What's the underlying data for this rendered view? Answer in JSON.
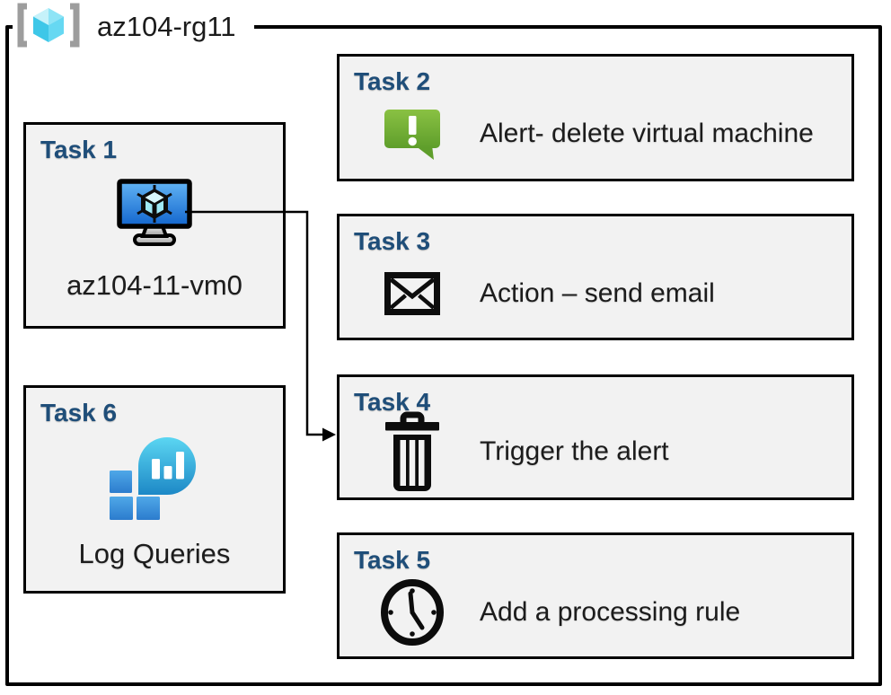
{
  "diagram": {
    "resource_group": {
      "name": "az104-rg11",
      "icon": "resource-group-icon"
    },
    "tasks": {
      "task1": {
        "title": "Task 1",
        "label": "az104-11-vm0",
        "icon": "virtual-machine-icon"
      },
      "task2": {
        "title": "Task 2",
        "label": "Alert- delete virtual machine",
        "icon": "alert-message-icon"
      },
      "task3": {
        "title": "Task 3",
        "label": "Action – send email",
        "icon": "email-envelope-icon"
      },
      "task4": {
        "title": "Task 4",
        "label": "Trigger the alert",
        "icon": "trash-icon"
      },
      "task5": {
        "title": "Task 5",
        "label": "Add a processing rule",
        "icon": "clock-icon"
      },
      "task6": {
        "title": "Task 6",
        "label": "Log Queries",
        "icon": "log-analytics-icon"
      }
    },
    "connector": {
      "from": "task1",
      "to": "task4"
    },
    "colors": {
      "task_title_navy": "#1f4e79",
      "box_fill": "#f2f2f2",
      "box_border": "#000000",
      "alert_green_top": "#8ac143",
      "alert_green_bottom": "#5f9e2b",
      "vm_screen_blue_top": "#62b4f4",
      "vm_screen_blue_bottom": "#1265cd",
      "log_balloon_top": "#5bd6f2",
      "log_balloon_bottom": "#1d88c6",
      "log_square_top": "#4fa8e8",
      "log_square_bottom": "#2c7ccd",
      "rg_cube_cyan": "#3ec7e8",
      "rg_bracket_gray": "#9d9d9d"
    }
  }
}
